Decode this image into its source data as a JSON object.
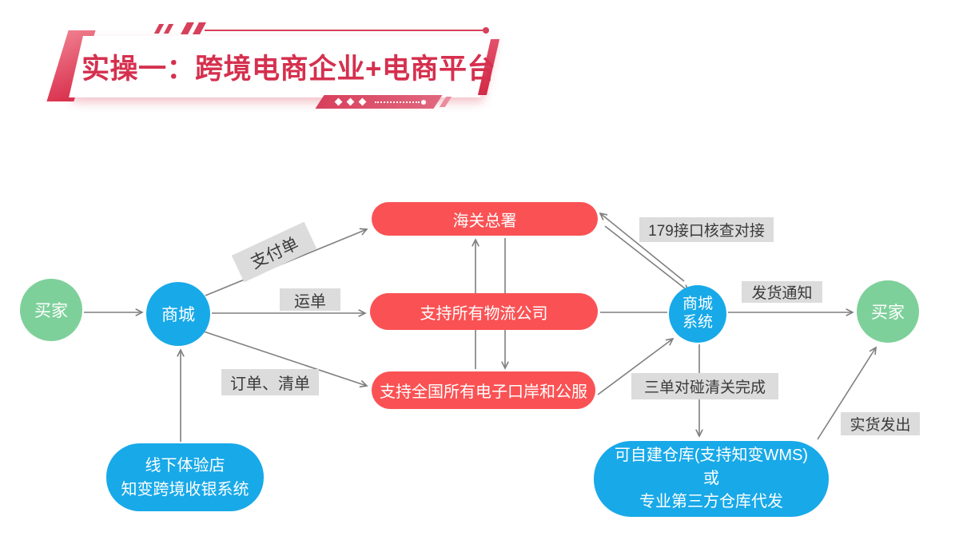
{
  "title": {
    "text": "实操一：跨境电商企业+电商平台"
  },
  "nodes": {
    "buyer_left": {
      "label": "买家"
    },
    "mall": {
      "label": "商城"
    },
    "customs": {
      "label": "海关总署"
    },
    "logistics": {
      "label": "支持所有物流公司"
    },
    "eport": {
      "label": "支持全国所有电子口岸和公服"
    },
    "mall_system": {
      "line1": "商城",
      "line2": "系统"
    },
    "buyer_right": {
      "label": "买家"
    },
    "offline_store": {
      "line1": "线下体验店",
      "line2": "知变跨境收银系统"
    },
    "warehouse": {
      "line1": "可自建仓库(支持知变WMS)",
      "line2": "或",
      "line3": "专业第三方仓库代发"
    }
  },
  "edge_labels": {
    "pay_order": "支付单",
    "waybill": "运单",
    "order_list": "订单、清单",
    "interface_check": "179接口核查对接",
    "ship_notice": "发货通知",
    "three_match": "三单对碰清关完成",
    "goods_out": "实货发出"
  },
  "colors": {
    "node_red": "#fa5254",
    "node_blue": "#18a9e8",
    "node_green": "#7ed09a",
    "edge_label_bg": "#dcdcdc",
    "arrow_gray": "#7f7f7f",
    "title_red": "#d5304e"
  }
}
